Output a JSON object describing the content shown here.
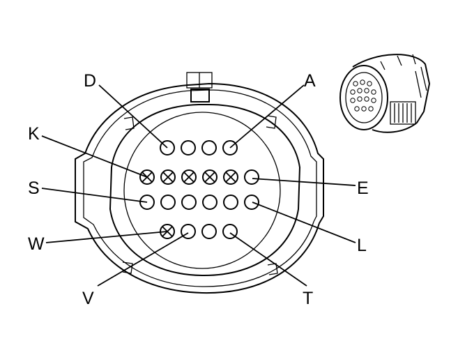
{
  "colors": {
    "line": "#000000",
    "background": "#ffffff"
  },
  "labels": {
    "D": "D",
    "A": "A",
    "K": "K",
    "E": "E",
    "S": "S",
    "L": "L",
    "W": "W",
    "V": "V",
    "T": "T"
  },
  "cavities": {
    "row1": [
      "open",
      "open",
      "open",
      "open"
    ],
    "row2": [
      "plugged",
      "plugged",
      "plugged",
      "plugged",
      "plugged",
      "open"
    ],
    "row3": [
      "open",
      "open",
      "open",
      "open",
      "open",
      "open"
    ],
    "row4": [
      "plugged",
      "open",
      "open",
      "open"
    ]
  }
}
